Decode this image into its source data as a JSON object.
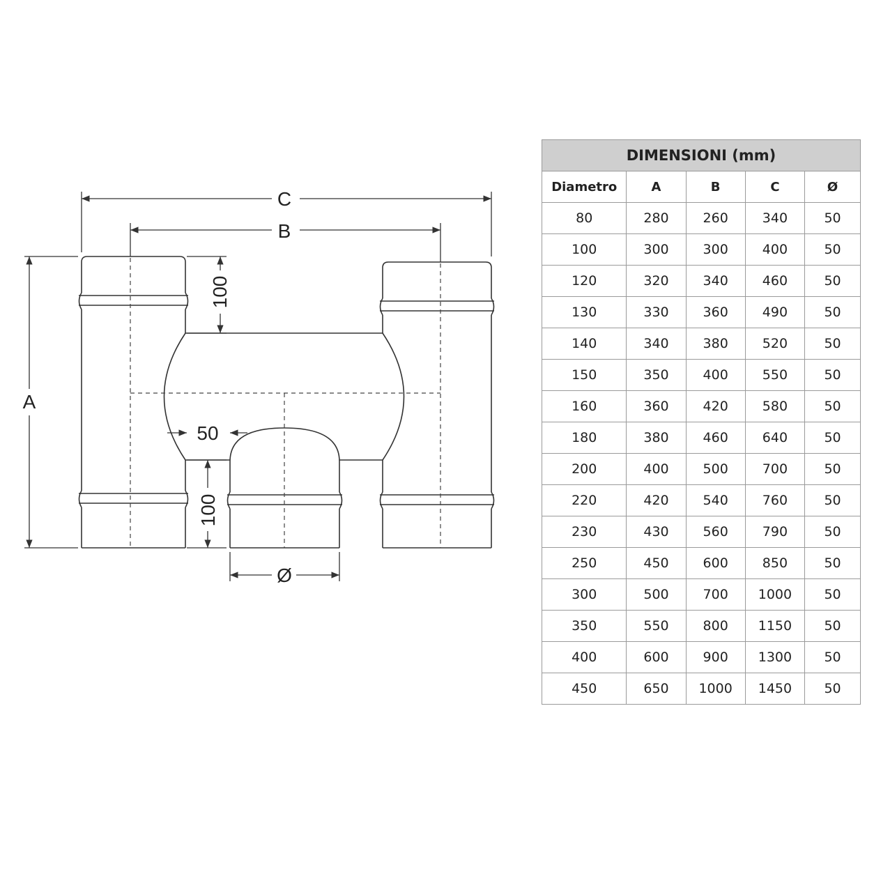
{
  "diagram": {
    "labels": {
      "c": "C",
      "b": "B",
      "a": "A",
      "top_gap": "100",
      "bottom_gap": "100",
      "offset": "50",
      "diameter": "Ø"
    }
  },
  "table": {
    "title": "DIMENSIONI (mm)",
    "headers": [
      "Diametro",
      "A",
      "B",
      "C",
      "Ø"
    ],
    "rows": [
      [
        "80",
        "280",
        "260",
        "340",
        "50"
      ],
      [
        "100",
        "300",
        "300",
        "400",
        "50"
      ],
      [
        "120",
        "320",
        "340",
        "460",
        "50"
      ],
      [
        "130",
        "330",
        "360",
        "490",
        "50"
      ],
      [
        "140",
        "340",
        "380",
        "520",
        "50"
      ],
      [
        "150",
        "350",
        "400",
        "550",
        "50"
      ],
      [
        "160",
        "360",
        "420",
        "580",
        "50"
      ],
      [
        "180",
        "380",
        "460",
        "640",
        "50"
      ],
      [
        "200",
        "400",
        "500",
        "700",
        "50"
      ],
      [
        "220",
        "420",
        "540",
        "760",
        "50"
      ],
      [
        "230",
        "430",
        "560",
        "790",
        "50"
      ],
      [
        "250",
        "450",
        "600",
        "850",
        "50"
      ],
      [
        "300",
        "500",
        "700",
        "1000",
        "50"
      ],
      [
        "350",
        "550",
        "800",
        "1150",
        "50"
      ],
      [
        "400",
        "600",
        "900",
        "1300",
        "50"
      ],
      [
        "450",
        "650",
        "1000",
        "1450",
        "50"
      ]
    ]
  }
}
